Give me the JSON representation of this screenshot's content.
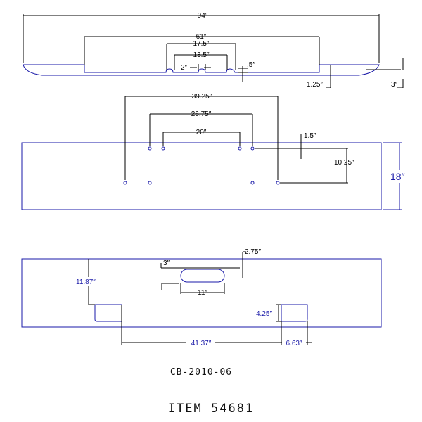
{
  "colors": {
    "outline": "#1a1aa8",
    "dimension": "#000000",
    "background": "#ffffff"
  },
  "top_view": {
    "overall_width": "94″",
    "center_width": "61″",
    "slot_span": "17.5″",
    "inner_span": "13.5″",
    "notch_width": "2″",
    "notch_depth": ".5″",
    "end_rise": "1.25″",
    "end_taper": "3″"
  },
  "front_view": {
    "hole_span_outer": "39.25″",
    "hole_span_middle": "26.75″",
    "hole_span_inner": "20″",
    "hole_offset": "1.5″",
    "hole_drop": "10.25″",
    "height": "18″"
  },
  "rear_view": {
    "slot_offset": "2.75″",
    "slot_height": "3″",
    "slot_length": "11″",
    "cutout_drop": "11.87″",
    "cutout_height": "4.25″",
    "cutout_spacing": "41.37″",
    "cutout_width": "6.63″"
  },
  "part_number": "CB-2010-06",
  "item_label": "ITEM 54681"
}
